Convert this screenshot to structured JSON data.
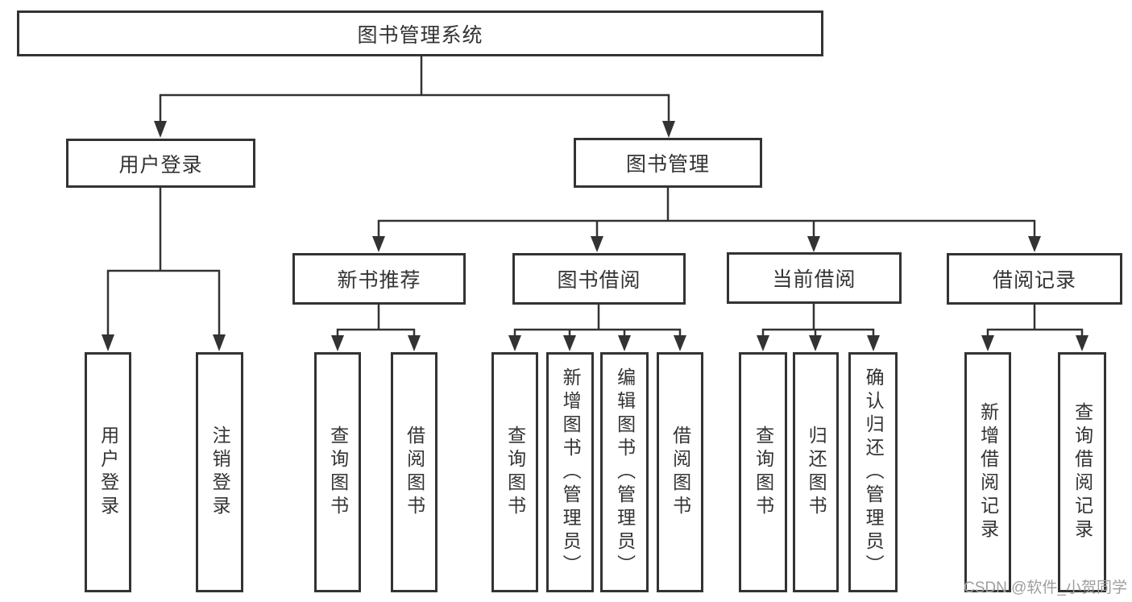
{
  "diagram": {
    "root": {
      "label": "图书管理系统"
    },
    "level2": {
      "user_login": {
        "label": "用户登录"
      },
      "book_mgmt": {
        "label": "图书管理"
      }
    },
    "level3": {
      "new_book_rec": {
        "label": "新书推荐"
      },
      "book_borrow": {
        "label": "图书借阅"
      },
      "current_borrow": {
        "label": "当前借阅"
      },
      "borrow_record": {
        "label": "借阅记录"
      }
    },
    "leaves": {
      "user_login": {
        "label": "用户登录"
      },
      "logout": {
        "label": "注销登录"
      },
      "rec_query_book": {
        "label": "查询图书"
      },
      "rec_borrow_book": {
        "label": "借阅图书"
      },
      "borrow_query_book": {
        "label": "查询图书"
      },
      "borrow_add_book": {
        "label": "新增图书（管理员）"
      },
      "borrow_edit_book": {
        "label": "编辑图书（管理员）"
      },
      "borrow_borrow_book": {
        "label": "借阅图书"
      },
      "current_query_book": {
        "label": "查询图书"
      },
      "current_return_book": {
        "label": "归还图书"
      },
      "current_confirm_return": {
        "label": "确认归还（管理员）"
      },
      "record_add": {
        "label": "新增借阅记录"
      },
      "record_query": {
        "label": "查询借阅记录"
      }
    },
    "watermark": "CSDN @软件_小贺同学",
    "colors": {
      "line": "#333333",
      "text": "#333333",
      "watermark": "#9e9e9e",
      "background": "#ffffff"
    }
  }
}
